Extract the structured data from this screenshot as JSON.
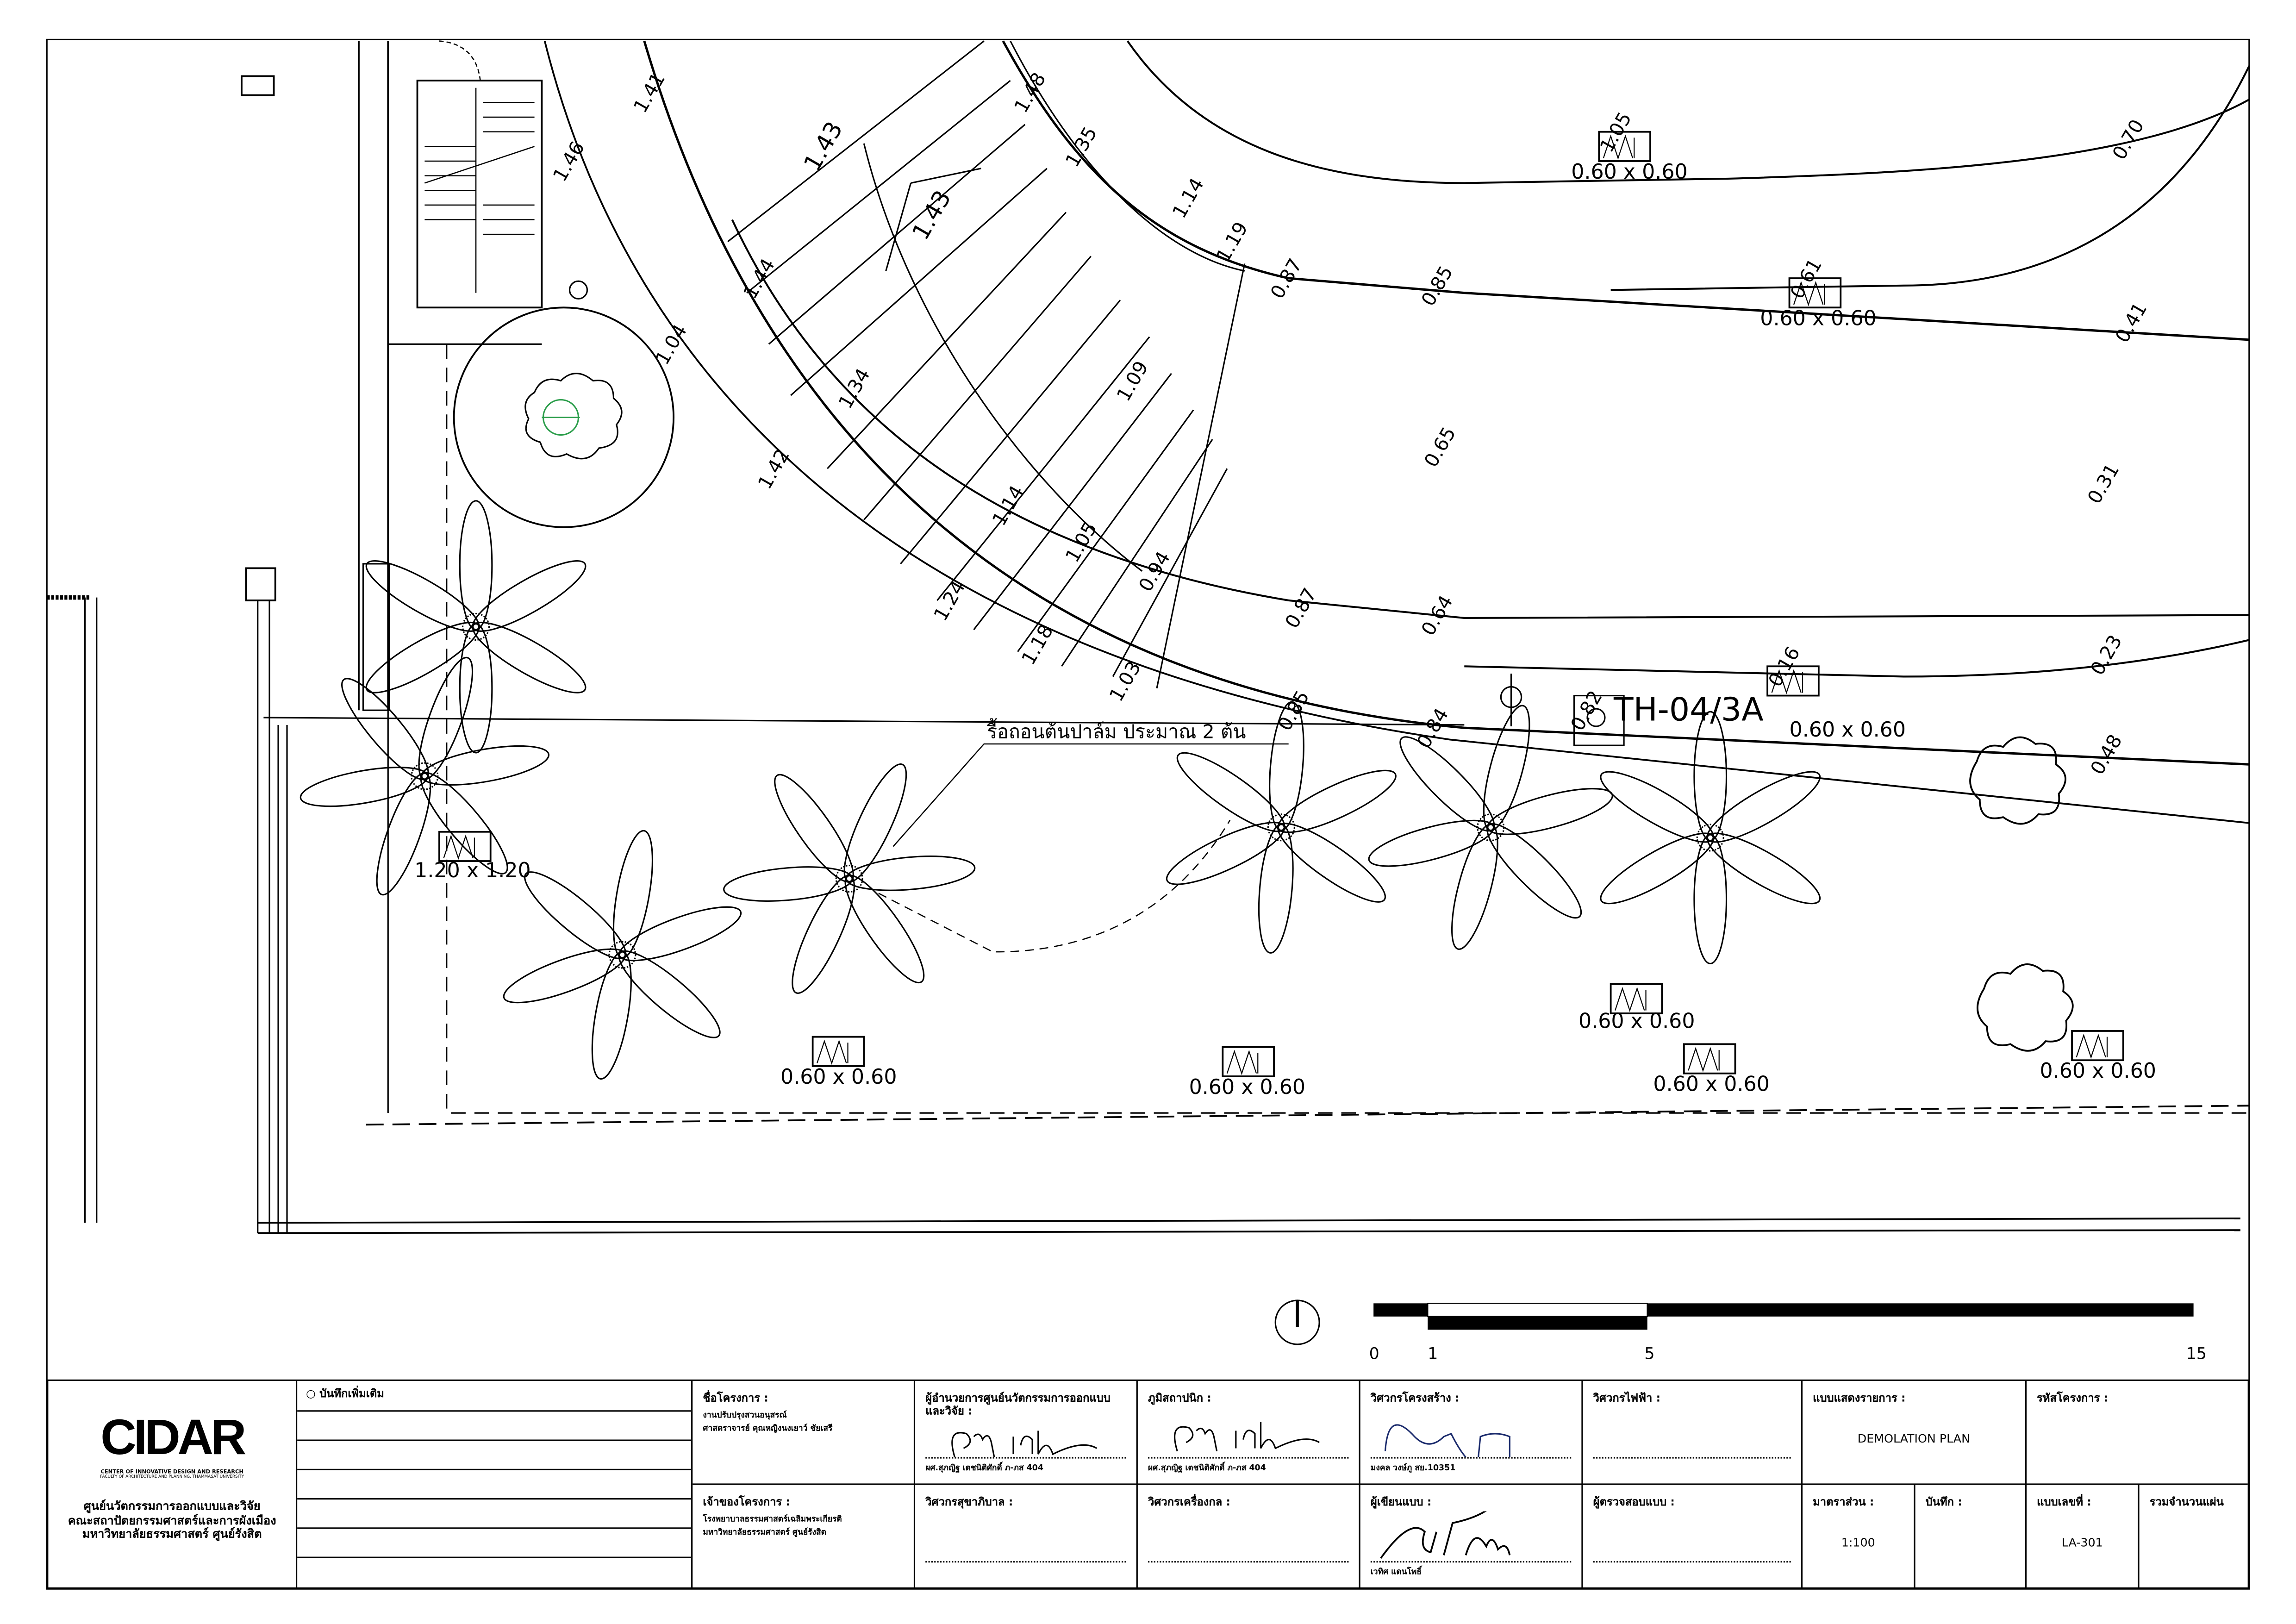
{
  "drawing": {
    "elevations": [
      "1.41",
      "1.46",
      "1.43",
      "1.43",
      "1.48",
      "1.35",
      "1.14",
      "1.19",
      "0.87",
      "1.44",
      "1.04",
      "1.34",
      "1.09",
      "1.42",
      "1.14",
      "1.05",
      "0.94",
      "1.24",
      "1.18",
      "1.03",
      "0.87",
      "0.85",
      "0.84",
      "0.85",
      "0.64",
      "0.65",
      "1.05",
      "0.70",
      "0.61",
      "0.41",
      "0.31",
      "0.23",
      "0.16",
      "0.48",
      "0.82"
    ],
    "pit_sizes": [
      "0.60 x 0.60",
      "0.60 x 0.60",
      "0.60 x 0.60",
      "0.60 x 0.60",
      "0.60 x 0.60",
      "0.60 x 0.60",
      "0.60 x 0.60",
      "0.60 x 0.60",
      "1.20 x 1.20"
    ],
    "tag": "TH-04/3A",
    "annotation": "รื้อถอนต้นปาล์ม ประมาณ 2 ต้น",
    "scale_bar": {
      "labels": [
        "0",
        "1",
        "5",
        "15"
      ]
    }
  },
  "title_block": {
    "logo": {
      "wordmark": "CIDAR",
      "line1": "CENTER OF INNOVATIVE DESIGN AND RESEARCH",
      "line2": "FACULTY OF ARCHITECTURE AND PLANNING, THAMMASAT UNIVERSITY",
      "thai1": "ศูนย์นวัตกรรมการออกแบบและวิจัย",
      "thai2": "คณะสถาปัตยกรรมศาสตร์และการผังเมือง",
      "thai3": "มหาวิทยาลัยธรรมศาสตร์ ศูนย์รังสิต"
    },
    "notes_label": "○ บันทึกเพิ่มเติม",
    "project_name_label": "ชื่อโครงการ :",
    "project_name_1": "งานปรับปรุงสวนอนุสรณ์",
    "project_name_2": "ศาสตราจารย์ คุณหญิงนงเยาว์ ชัยเสรี",
    "owner_label": "เจ้าของโครงการ :",
    "owner_1": "โรงพยาบาลธรรมศาสตร์เฉลิมพระเกียรติ",
    "owner_2": "มหาวิทยาลัยธรรมศาสตร์ ศูนย์รังสิต",
    "director_label": "ผู้อำนวยการศูนย์นวัตกรรมการออกแบบและวิจัย :",
    "director_name": "ผศ.สุภญิฐ เตชนิติศักดิ์ ภ-ภส 404",
    "landscape_label": "ภูมิสถาปนิก :",
    "landscape_name": "ผศ.สุภญิฐ เตชนิติศักดิ์ ภ-ภส 404",
    "structural_label": "วิศวกรโครงสร้าง :",
    "structural_name": "มงคล วงษ์ภู สย.10351",
    "electrical_label": "วิศวกรไฟฟ้า :",
    "sanitary_label": "วิศวกรสุขาภิบาล :",
    "mechanical_label": "วิศวกรเครื่องกล :",
    "drafter_label": "ผู้เขียนแบบ :",
    "drafter_name": "เวทิศ แดนโพธิ์",
    "checker_label": "ผู้ตรวจสอบแบบ :",
    "sheet_title_label": "แบบแสดงรายการ :",
    "sheet_title": "DEMOLATION PLAN",
    "project_code_label": "รหัสโครงการ :",
    "scale_label": "มาตราส่วน :",
    "scale": "1:100",
    "memo_label": "บันทึก :",
    "sheet_no_label": "แบบเลขที่ :",
    "sheet_no": "LA-301",
    "total_sheets_label": "รวมจำนวนแผ่น"
  }
}
